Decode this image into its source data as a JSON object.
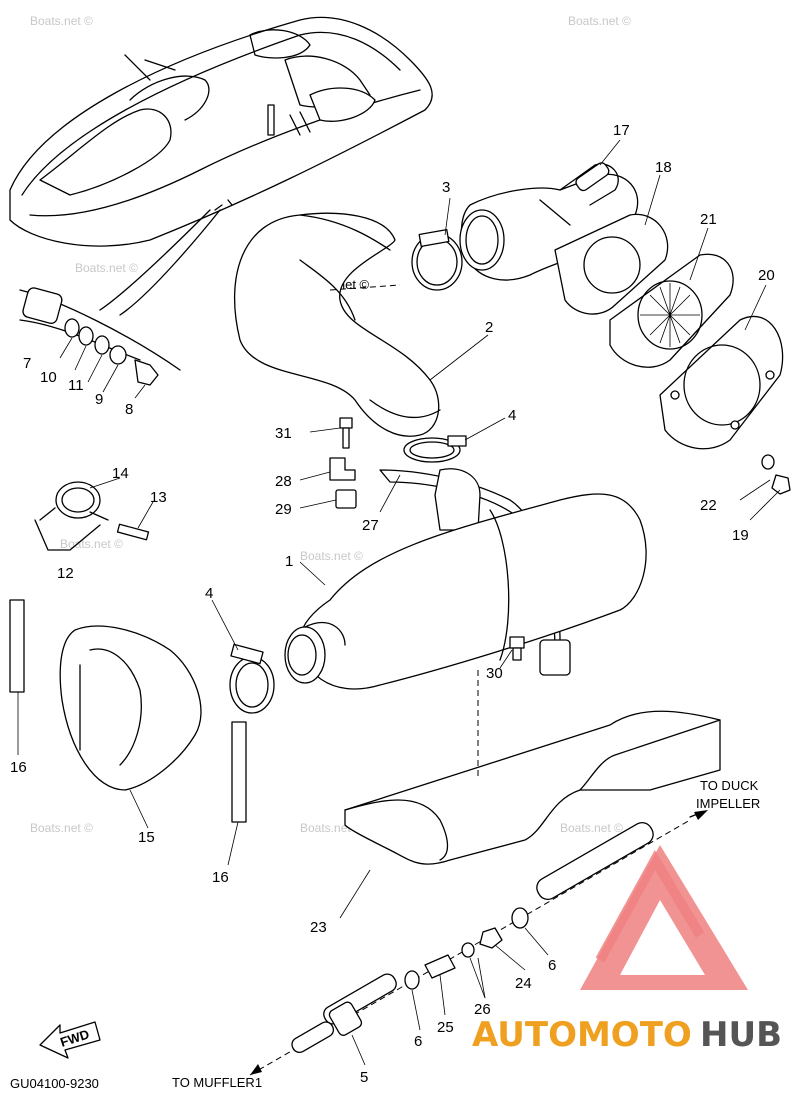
{
  "diagram_code": "GU04100-9230",
  "labels": {
    "to_duck_impeller": "TO DUCK",
    "to_duck_impeller_2": "IMPELLER",
    "to_muffler": "TO MUFFLER1",
    "fwd": "FWD",
    "boats_tag": "Boats.net ©"
  },
  "watermark": "Boats.net ©",
  "brand": {
    "part1": "AUTOMOTO",
    "part2": "HUB",
    "accent_color": "#f0a020",
    "dark_color": "#555555",
    "logo_color": "#f08080"
  },
  "callouts": {
    "c1": "1",
    "c2": "2",
    "c3": "3",
    "c4a": "4",
    "c4b": "4",
    "c5": "5",
    "c6a": "6",
    "c6b": "6",
    "c7": "7",
    "c8": "8",
    "c9": "9",
    "c10": "10",
    "c11": "11",
    "c12": "12",
    "c13": "13",
    "c14": "14",
    "c15": "15",
    "c16a": "16",
    "c16b": "16",
    "c17": "17",
    "c18": "18",
    "c19": "19",
    "c20": "20",
    "c21": "21",
    "c22": "22",
    "c23": "23",
    "c24": "24",
    "c25": "25",
    "c26": "26",
    "c27": "27",
    "c28": "28",
    "c29": "29",
    "c30": "30",
    "c31": "31"
  }
}
